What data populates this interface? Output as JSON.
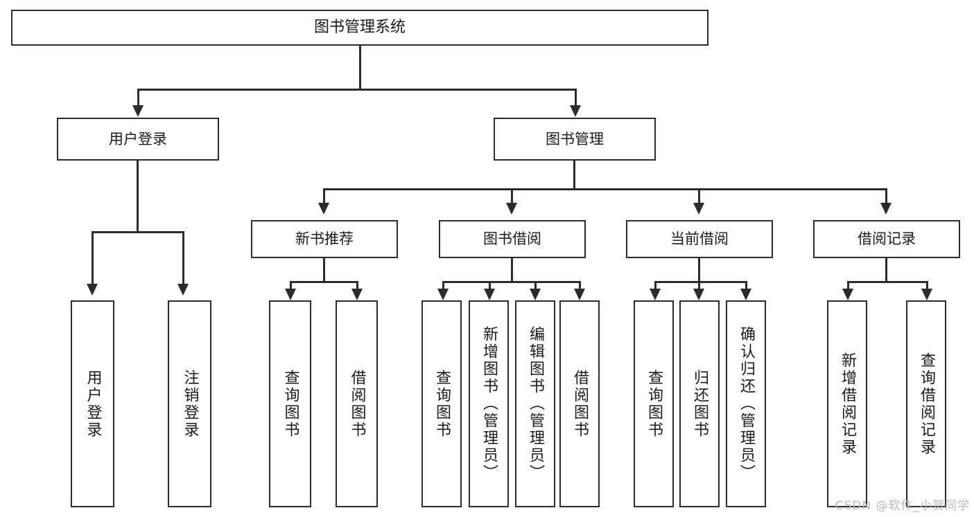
{
  "diagram": {
    "type": "tree",
    "title": "图书管理系统",
    "watermark": "CSDN @软件_小贺同学",
    "colors": {
      "border": "#2b2b2b",
      "background": "#ffffff",
      "text": "#1a1a1a",
      "watermark": "#b9b9b9"
    },
    "root": {
      "label": "图书管理系统"
    },
    "level2": [
      {
        "label": "用户登录"
      },
      {
        "label": "图书管理"
      }
    ],
    "level3": [
      {
        "label": "新书推荐"
      },
      {
        "label": "图书借阅"
      },
      {
        "label": "当前借阅"
      },
      {
        "label": "借阅记录"
      }
    ],
    "leaves": {
      "user_login": [
        {
          "label": "用户登录"
        },
        {
          "label": "注销登录"
        }
      ],
      "new_book_recommend": [
        {
          "label": "查询图书"
        },
        {
          "label": "借阅图书"
        }
      ],
      "book_borrow": [
        {
          "label": "查询图书"
        },
        {
          "label": "新增图书（管理员）"
        },
        {
          "label": "编辑图书（管理员）"
        },
        {
          "label": "借阅图书"
        }
      ],
      "current_borrow": [
        {
          "label": "查询图书"
        },
        {
          "label": "归还图书"
        },
        {
          "label": "确认归还（管理员）"
        }
      ],
      "borrow_record": [
        {
          "label": "新增借阅记录"
        },
        {
          "label": "查询借阅记录"
        }
      ]
    }
  }
}
